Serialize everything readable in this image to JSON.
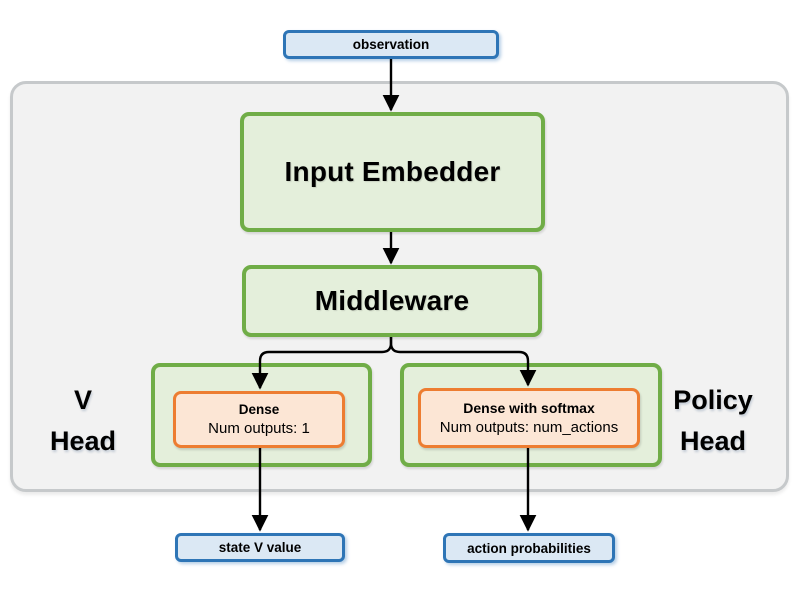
{
  "diagram": {
    "title_semantic": "actor-critic network architecture",
    "nodes": {
      "observation": {
        "label": "observation"
      },
      "input_embedder": {
        "label": "Input Embedder"
      },
      "middleware": {
        "label": "Middleware"
      },
      "v_head": {
        "line1": "V",
        "line2": "Head",
        "dense_title": "Dense",
        "dense_subtitle": "Num outputs: 1",
        "output": "state V value"
      },
      "policy_head": {
        "line1": "Policy",
        "line2": "Head",
        "dense_title": "Dense with softmax",
        "dense_subtitle": "Num outputs: num_actions",
        "output": "action probabilities"
      }
    },
    "edges": [
      "observation -> input_embedder",
      "input_embedder -> middleware",
      "middleware -> v_head.dense",
      "middleware -> policy_head.dense",
      "v_head.dense -> state_v_value",
      "policy_head.dense -> action_probabilities"
    ]
  },
  "colors": {
    "blue_border": "#2e75b6",
    "blue_fill": "#dbe8f4",
    "green_border": "#70ad47",
    "green_fill": "#e4efdb",
    "orange_border": "#ed7d31",
    "orange_fill": "#fce6d5",
    "container_fill": "#f2f2f2",
    "container_border": "#c6c9cb",
    "arrow_color": "#000000",
    "text_color": "#000000",
    "page_bg": "#ffffff"
  }
}
